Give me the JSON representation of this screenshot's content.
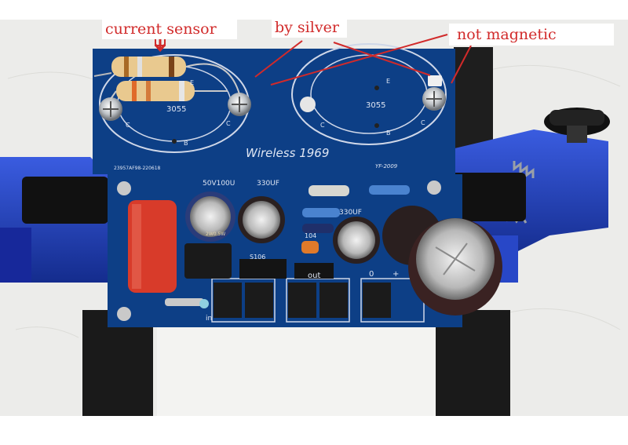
{
  "annotations": {
    "current_sensor": "current sensor",
    "by_silver": "by silver",
    "not_magnetic": "not magnetic"
  },
  "board": {
    "title": "Wireless 1969",
    "subtitle": "YF-2009",
    "serial": "23957AF98-220618",
    "transistor_left": "3055",
    "transistor_right": "3055",
    "pin_e": "E",
    "pin_b": "B",
    "pin_c": "C",
    "cap_left": "50V100U",
    "cap_mid": "330UF",
    "cap_right": "330UF",
    "cap_small": "104",
    "resistor_label": "2W0.5W",
    "diode_label": "S106",
    "out_label": "out",
    "zero_label": "0",
    "plus_label": "+",
    "in_label": "in"
  },
  "colors": {
    "pcb": "#0d3f86",
    "vise": "#1f3fb5",
    "annotation": "#d12a2a"
  }
}
